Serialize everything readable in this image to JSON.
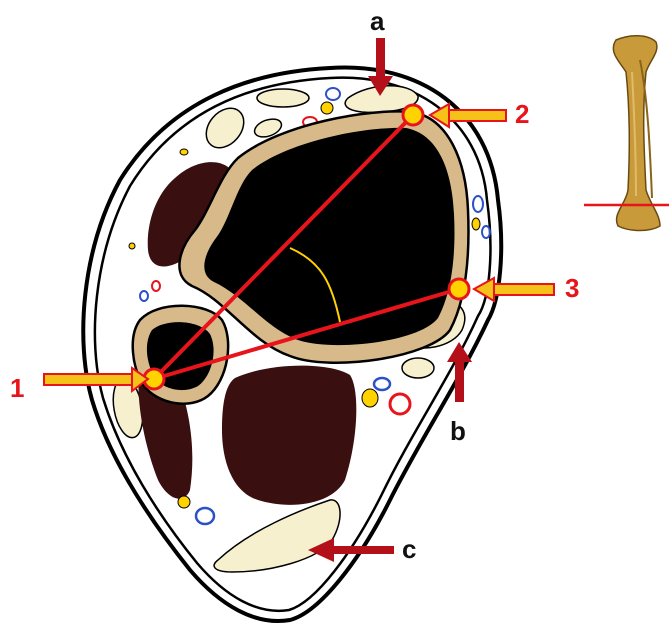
{
  "labels": {
    "p1": "1",
    "p2": "2",
    "p3": "3",
    "a": "a",
    "b": "b",
    "c": "c"
  },
  "colors": {
    "measure_red": "#e8141c",
    "point_yellow": "#ffd200",
    "arrow_fill": "#f6c21a",
    "dark_arrow": "#b3101a",
    "bone_cortex": "#d8b98a",
    "marrow": "#000000",
    "muscle": "#3a0f0f",
    "tendon": "#f6f0cf",
    "label_red": "#e8141c",
    "label_dark": "#111111"
  },
  "icons": {
    "inset": "tibia-fibula-bone-icon"
  }
}
